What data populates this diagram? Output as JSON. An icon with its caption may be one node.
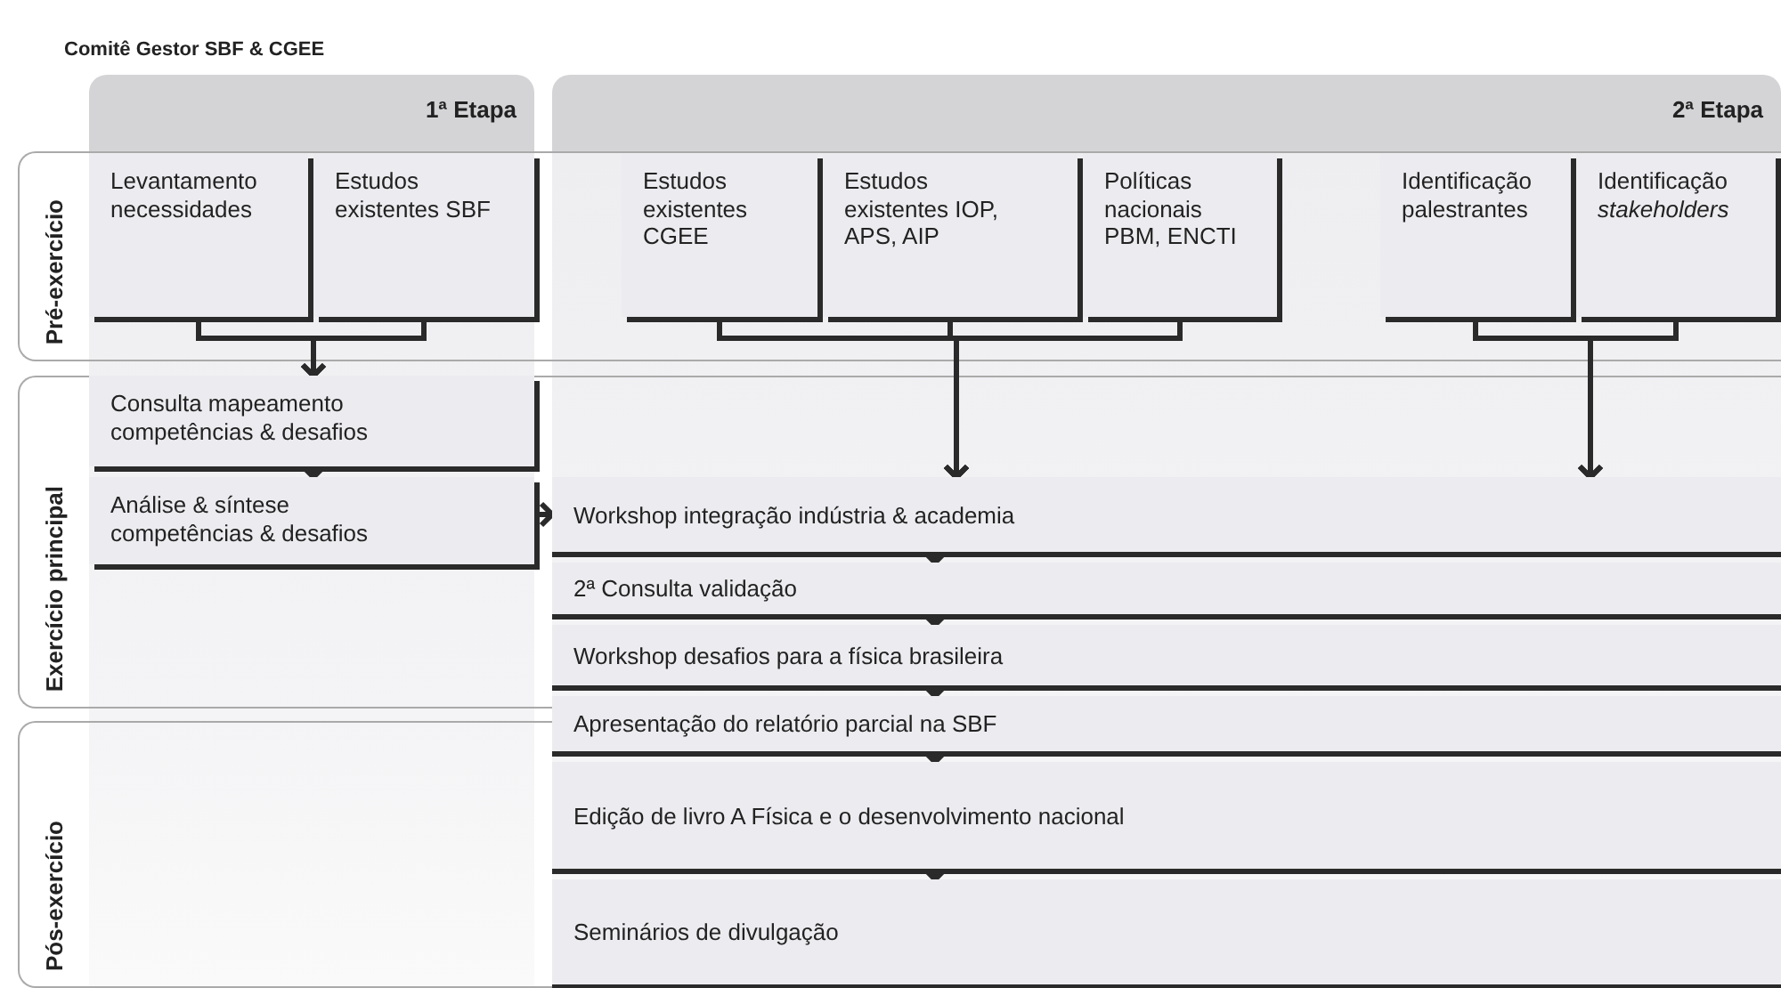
{
  "diagram": {
    "title": "Comitê Gestor SBF & CGEE",
    "nodes": [
      {
        "text": [
          "1ª Etapa"
        ]
      },
      {
        "text": [
          "2ª Etapa"
        ]
      },
      {
        "text": [
          "Pré-exercício"
        ]
      },
      {
        "text": [
          "Exercício principal"
        ]
      },
      {
        "text": [
          "Pós-exercício"
        ]
      },
      {
        "text": [
          "Levantamento necessidades"
        ],
        "in": 0
      },
      {
        "text": [
          "Estudos existentes SBF"
        ],
        "in": 0
      },
      {
        "text": [
          "Estudos existentes CGEE"
        ],
        "in": 1
      },
      {
        "text": [
          "Estudos existentes IOP, APS, AIP"
        ],
        "in": 1
      },
      {
        "text": [
          "Políticas nacionais PBM, ENCTI"
        ],
        "in": 1
      },
      {
        "text": [
          "Identificação palestrantes"
        ],
        "in": 1
      },
      {
        "text": [
          "Identificação *stakeholders*"
        ],
        "in": 1
      },
      {
        "text": [
          "Consulta mapeamento competências & desafios"
        ],
        "in": 0
      },
      {
        "text": [
          "Análise & síntese competências & desafios"
        ],
        "in": 0
      },
      {
        "text": [
          "Workshop integração indústria & academia"
        ],
        "in": 1
      },
      {
        "text": [
          "2ª Consulta validação"
        ],
        "in": 1
      },
      {
        "text": [
          "Workshop desafios para a física brasileira"
        ],
        "in": 1
      },
      {
        "text": [
          "Apresentação do relatório parcial na SBF"
        ],
        "in": 1
      },
      {
        "text": [
          "Edição de livro A Física e o desenvolvimento nacional"
        ],
        "in": 1
      },
      {
        "text": [
          "Seminários de divulgação"
        ],
        "in": 1
      }
    ],
    "edges": [
      {
        "from": 5,
        "to": 12,
        "arrow": "to"
      },
      {
        "from": 6,
        "to": 12,
        "arrow": "to"
      },
      {
        "from": 7,
        "to": 14,
        "arrow": "to"
      },
      {
        "from": 8,
        "to": 14,
        "arrow": "to"
      },
      {
        "from": 9,
        "to": 14,
        "arrow": "to"
      },
      {
        "from": 10,
        "to": 14,
        "arrow": "to"
      },
      {
        "from": 11,
        "to": 14,
        "arrow": "to"
      },
      {
        "from": 12,
        "to": 13,
        "arrow": "to"
      },
      {
        "from": 13,
        "to": 14,
        "arrow": "to"
      },
      {
        "from": 14,
        "to": 15,
        "arrow": "to"
      },
      {
        "from": 15,
        "to": 16,
        "arrow": "to"
      },
      {
        "from": 16,
        "to": 17,
        "arrow": "to"
      },
      {
        "from": 17,
        "to": 18,
        "arrow": "to"
      },
      {
        "from": 18,
        "to": 19,
        "arrow": "to"
      }
    ]
  }
}
